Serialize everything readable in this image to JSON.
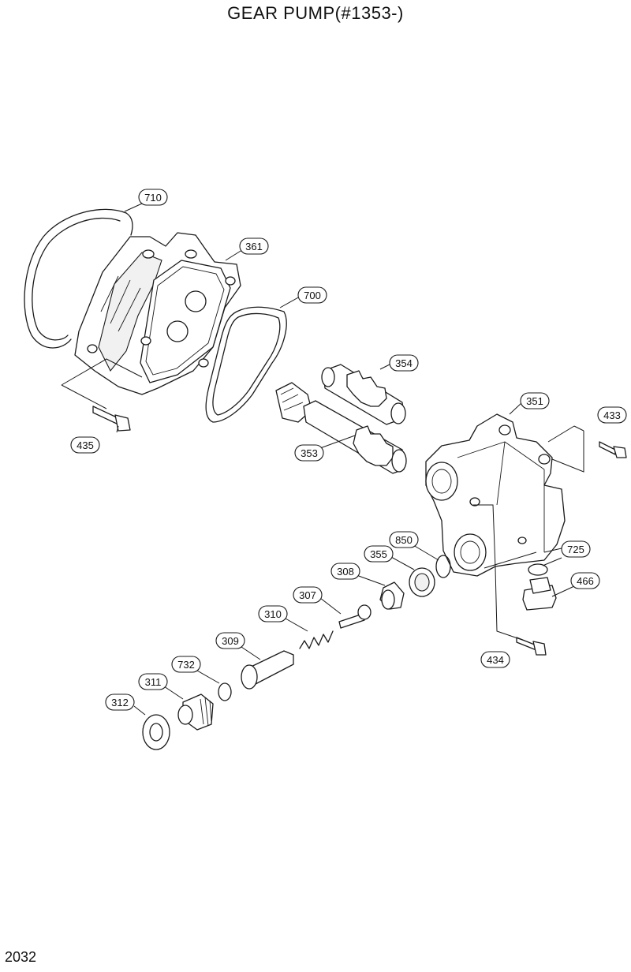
{
  "title": "GEAR PUMP(#1353-)",
  "page_number": "2032",
  "parts": [
    {
      "id": "p710",
      "label": "710"
    },
    {
      "id": "p361",
      "label": "361"
    },
    {
      "id": "p700",
      "label": "700"
    },
    {
      "id": "p354",
      "label": "354"
    },
    {
      "id": "p351",
      "label": "351"
    },
    {
      "id": "p433",
      "label": "433"
    },
    {
      "id": "p435",
      "label": "435"
    },
    {
      "id": "p353",
      "label": "353"
    },
    {
      "id": "p850",
      "label": "850"
    },
    {
      "id": "p725",
      "label": "725"
    },
    {
      "id": "p355",
      "label": "355"
    },
    {
      "id": "p308",
      "label": "308"
    },
    {
      "id": "p466",
      "label": "466"
    },
    {
      "id": "p307",
      "label": "307"
    },
    {
      "id": "p310",
      "label": "310"
    },
    {
      "id": "p309",
      "label": "309"
    },
    {
      "id": "p434",
      "label": "434"
    },
    {
      "id": "p732",
      "label": "732"
    },
    {
      "id": "p311",
      "label": "311"
    },
    {
      "id": "p312",
      "label": "312"
    }
  ]
}
